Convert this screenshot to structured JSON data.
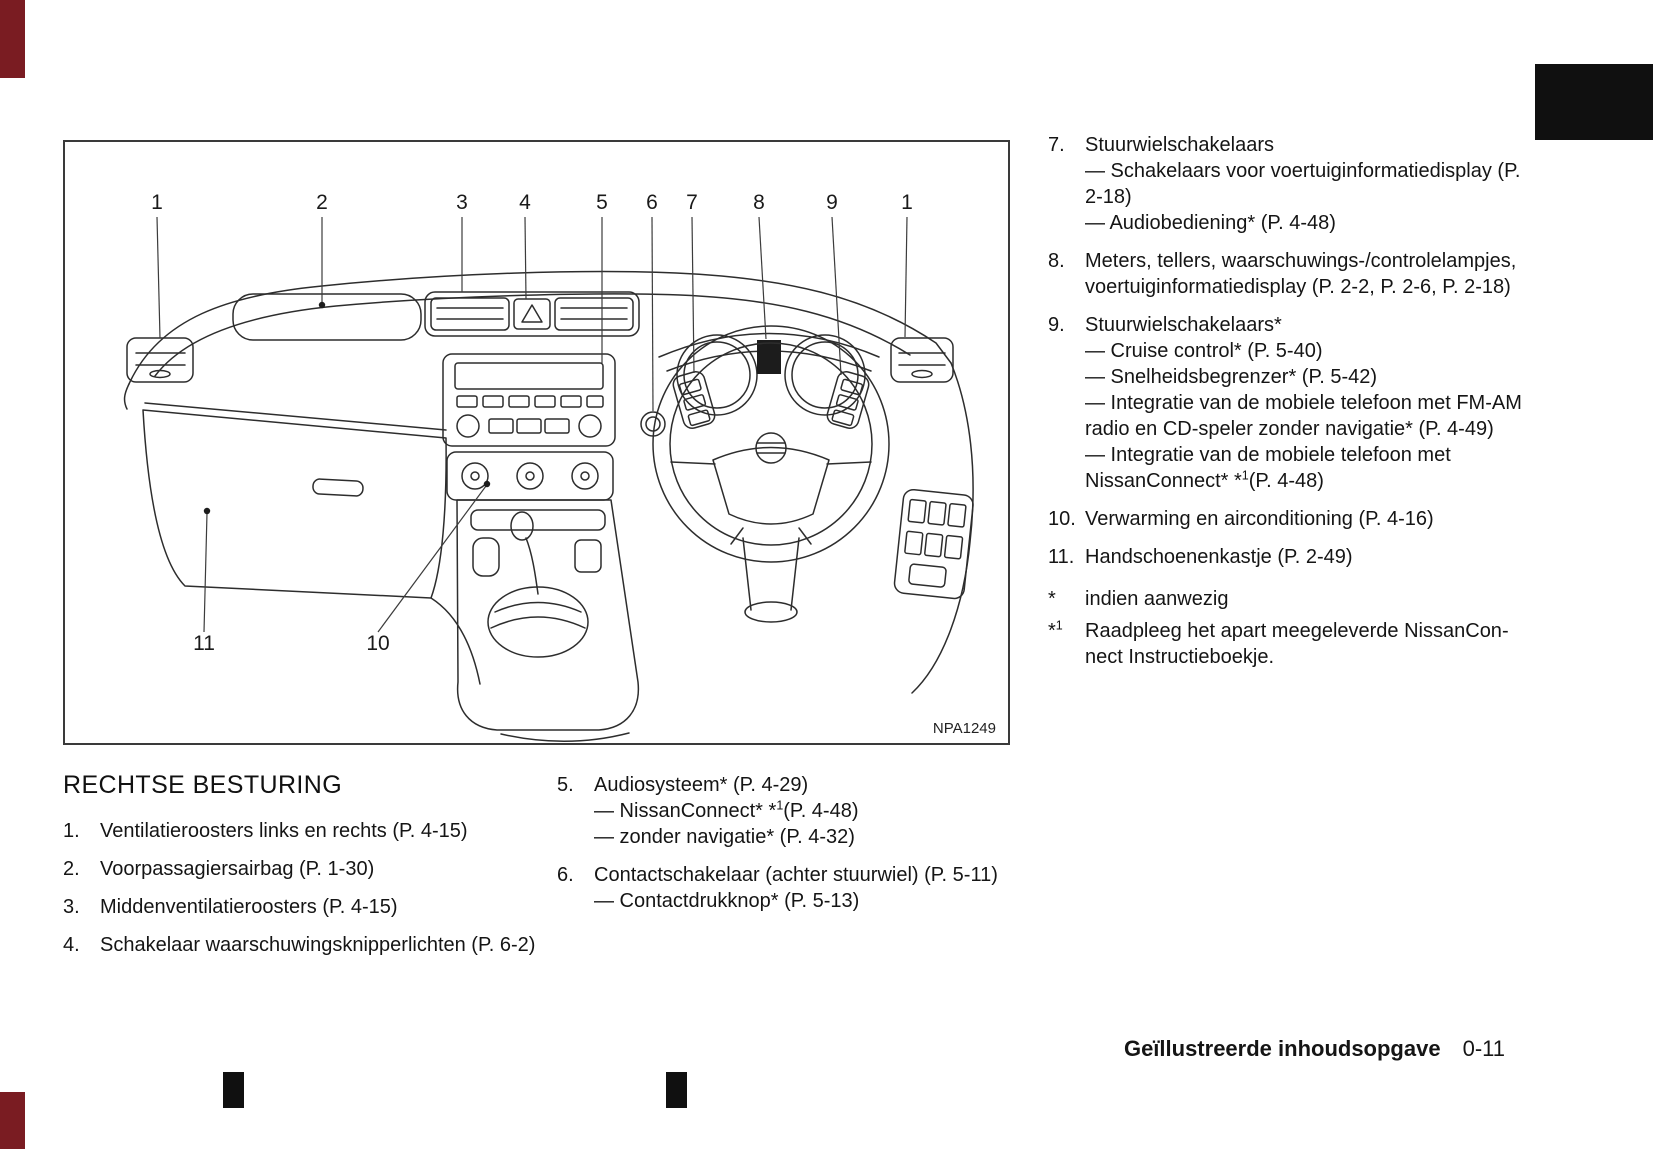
{
  "page": {
    "section_heading": "RECHTSE BESTURING",
    "footer": {
      "label": "Geïllustreerde inhoudsopgave",
      "page_number": "0-11"
    }
  },
  "figure": {
    "code": "NPA1249",
    "top_callouts": [
      "1",
      "2",
      "3",
      "4",
      "5",
      "6",
      "7",
      "8",
      "9",
      "1"
    ],
    "bottom_callouts": [
      "11",
      "10"
    ]
  },
  "legend_left": [
    {
      "num": "1.",
      "text": "Ventilatieroosters links en rechts (P. 4-15)"
    },
    {
      "num": "2.",
      "text": "Voorpassagiersairbag (P. 1-30)"
    },
    {
      "num": "3.",
      "text": "Middenventilatieroosters (P. 4-15)"
    },
    {
      "num": "4.",
      "text": "Schakelaar waarschuwingsknipperlichten (P. 6-2)"
    }
  ],
  "legend_mid": [
    {
      "num": "5.",
      "text": "Audiosysteem* (P. 4-29)",
      "sub": [
        {
          "pre": "— NissanConnect* *",
          "sup": "1",
          "post": "(P. 4-48)"
        },
        {
          "pre": "— zonder navigatie* (P. 4-32)"
        }
      ]
    },
    {
      "num": "6.",
      "text": "Contactschakelaar (achter stuurwiel) (P. 5-11)",
      "sub": [
        {
          "pre": "— Contactdrukknop* (P. 5-13)"
        }
      ]
    }
  ],
  "legend_right": [
    {
      "num": "7.",
      "text": "Stuurwielschakelaars",
      "sub": [
        {
          "pre": "— Schakelaars voor voertuiginformatiedisplay (P. 2-18)"
        },
        {
          "pre": "— Audiobediening* (P. 4-48)"
        }
      ]
    },
    {
      "num": "8.",
      "text": "Meters, tellers, waarschuwings-/controlelampjes, voertuiginformatiedisplay (P. 2-2, P. 2-6, P. 2-18)",
      "sub": []
    },
    {
      "num": "9.",
      "text": "Stuurwielschakelaars*",
      "sub": [
        {
          "pre": "— Cruise control* (P. 5-40)"
        },
        {
          "pre": "— Snelheidsbegrenzer* (P. 5-42)"
        },
        {
          "pre": "— Integratie van de mobiele telefoon met FM-AM radio en CD-speler zonder navigatie* (P. 4-49)"
        },
        {
          "pre": "— Integratie van de mobiele telefoon met NissanConnect* *",
          "sup": "1",
          "post": "(P. 4-48)"
        }
      ]
    },
    {
      "num": "10.",
      "text": "Verwarming en airconditioning (P. 4-16)",
      "sub": []
    },
    {
      "num": "11.",
      "text": "Handschoenenkastje (P. 2-49)",
      "sub": []
    }
  ],
  "footnotes": [
    {
      "marker": "*",
      "sup": "",
      "text": "indien aanwezig"
    },
    {
      "marker": "*",
      "sup": "1",
      "text": "Raadpleeg het apart meegeleverde NissanCon­nect Instructieboekje."
    }
  ]
}
